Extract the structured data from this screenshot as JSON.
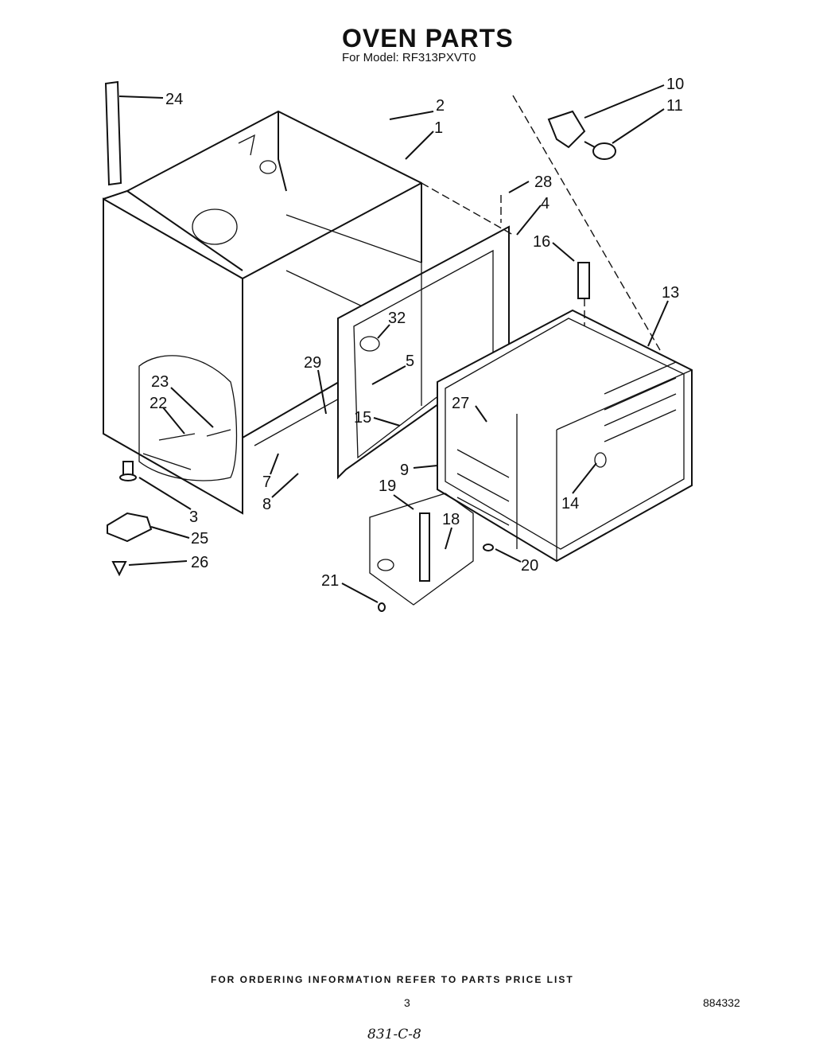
{
  "header": {
    "title": "OVEN PARTS",
    "subtitle": "For Model: RF313PXVT0"
  },
  "callouts": [
    "24",
    "2",
    "1",
    "10",
    "11",
    "28",
    "4",
    "16",
    "13",
    "32",
    "29",
    "5",
    "23",
    "22",
    "15",
    "27",
    "9",
    "7",
    "8",
    "3",
    "19",
    "18",
    "14",
    "25",
    "20",
    "26",
    "21"
  ],
  "footer": {
    "ordering_note": "FOR ORDERING INFORMATION REFER TO PARTS PRICE LIST",
    "page_number": "3",
    "doc_number": "884332",
    "handwritten_note": "831-C-8"
  }
}
